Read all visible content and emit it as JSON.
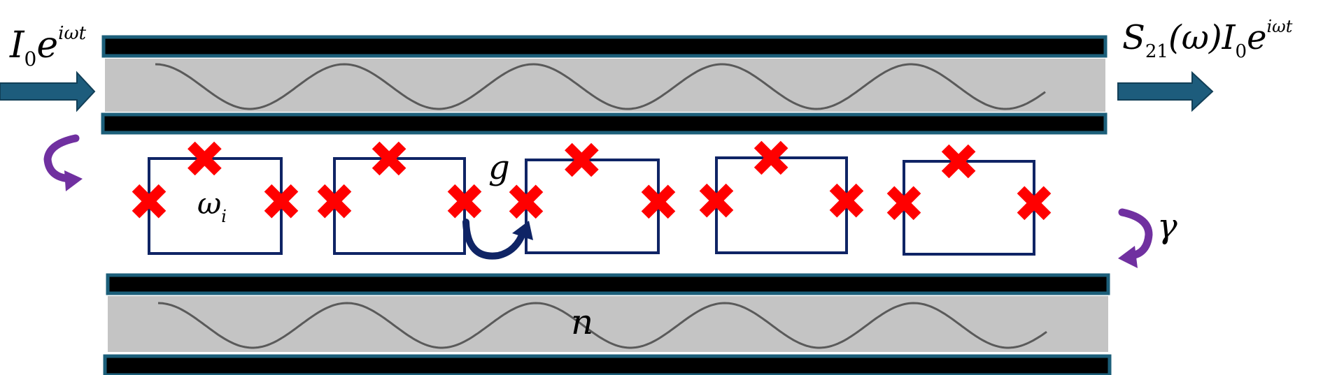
{
  "labels": {
    "input_I": "I",
    "input_sub": "0",
    "input_e": "e",
    "input_exp": "iωt",
    "output_S": "S",
    "output_S_sub": "21",
    "output_omega": "(ω)",
    "output_I": "I",
    "output_I_sub": "0",
    "output_e": "e",
    "output_exp": "iωt",
    "resonator_freq": "ω",
    "resonator_freq_sub": "i",
    "coupling": "g",
    "decay": "γ",
    "refractive_index": "n"
  },
  "colors": {
    "rail": "#000000",
    "rail_border": "#1c5f7a",
    "waveguide_fill": "#c4c4c4",
    "wave": "#5a5a5a",
    "arrow": "#1d5c7c",
    "loop": "#0f2465",
    "junction": "#ff0000",
    "curl_arrow": "#7030a0",
    "coupling_arrow": "#0f2465"
  },
  "waveguides": [
    "top-waveguide",
    "bottom-waveguide"
  ],
  "resonator_count": 5,
  "junctions_per_resonator": 3
}
